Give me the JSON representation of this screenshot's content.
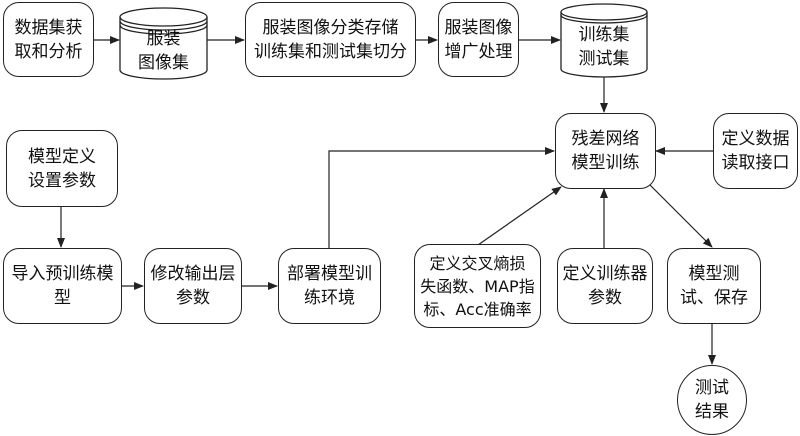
{
  "diagram": {
    "type": "flowchart",
    "nodes": {
      "acquire": {
        "label": "数据集获\n取和分析",
        "shape": "rounded-rect"
      },
      "clothing_images": {
        "label": "服装\n图像集",
        "shape": "cylinder"
      },
      "split": {
        "label": "服装图像分类存储\n训练集和测试集切分",
        "shape": "rounded-rect"
      },
      "augment": {
        "label": "服装图像\n增广处理",
        "shape": "rounded-rect"
      },
      "train_test_sets": {
        "label": "训练集\n测试集",
        "shape": "cylinder"
      },
      "resnet_training": {
        "label": "残差网络\n模型训练",
        "shape": "rounded-rect"
      },
      "data_loader": {
        "label": "定义数据\n读取接口",
        "shape": "rounded-rect"
      },
      "model_define": {
        "label": "模型定义\n设置参数",
        "shape": "rounded-rect"
      },
      "import_pretrained": {
        "label": "导入预训练模\n型",
        "shape": "rounded-rect"
      },
      "modify_output": {
        "label": "修改输出层\n参数",
        "shape": "rounded-rect"
      },
      "deploy_env": {
        "label": "部署模型训\n练环境",
        "shape": "rounded-rect"
      },
      "loss_metrics": {
        "label": "定义交叉熵损\n失函数、MAP指\n标、Acc准确率",
        "shape": "rounded-rect"
      },
      "trainer_params": {
        "label": "定义训练器\n参数",
        "shape": "rounded-rect"
      },
      "test_save": {
        "label": "模型测\n试、保存",
        "shape": "rounded-rect"
      },
      "test_results": {
        "label": "测试\n结果",
        "shape": "circle"
      }
    },
    "edges": [
      {
        "from": "acquire",
        "to": "clothing_images"
      },
      {
        "from": "clothing_images",
        "to": "split"
      },
      {
        "from": "split",
        "to": "augment"
      },
      {
        "from": "augment",
        "to": "train_test_sets"
      },
      {
        "from": "train_test_sets",
        "to": "resnet_training"
      },
      {
        "from": "data_loader",
        "to": "resnet_training"
      },
      {
        "from": "model_define",
        "to": "import_pretrained"
      },
      {
        "from": "import_pretrained",
        "to": "modify_output"
      },
      {
        "from": "modify_output",
        "to": "deploy_env"
      },
      {
        "from": "deploy_env",
        "to": "resnet_training"
      },
      {
        "from": "loss_metrics",
        "to": "resnet_training"
      },
      {
        "from": "trainer_params",
        "to": "resnet_training"
      },
      {
        "from": "resnet_training",
        "to": "test_save"
      },
      {
        "from": "test_save",
        "to": "test_results"
      }
    ]
  },
  "colors": {
    "stroke": "#222222",
    "text": "#111111",
    "background": "#ffffff"
  }
}
